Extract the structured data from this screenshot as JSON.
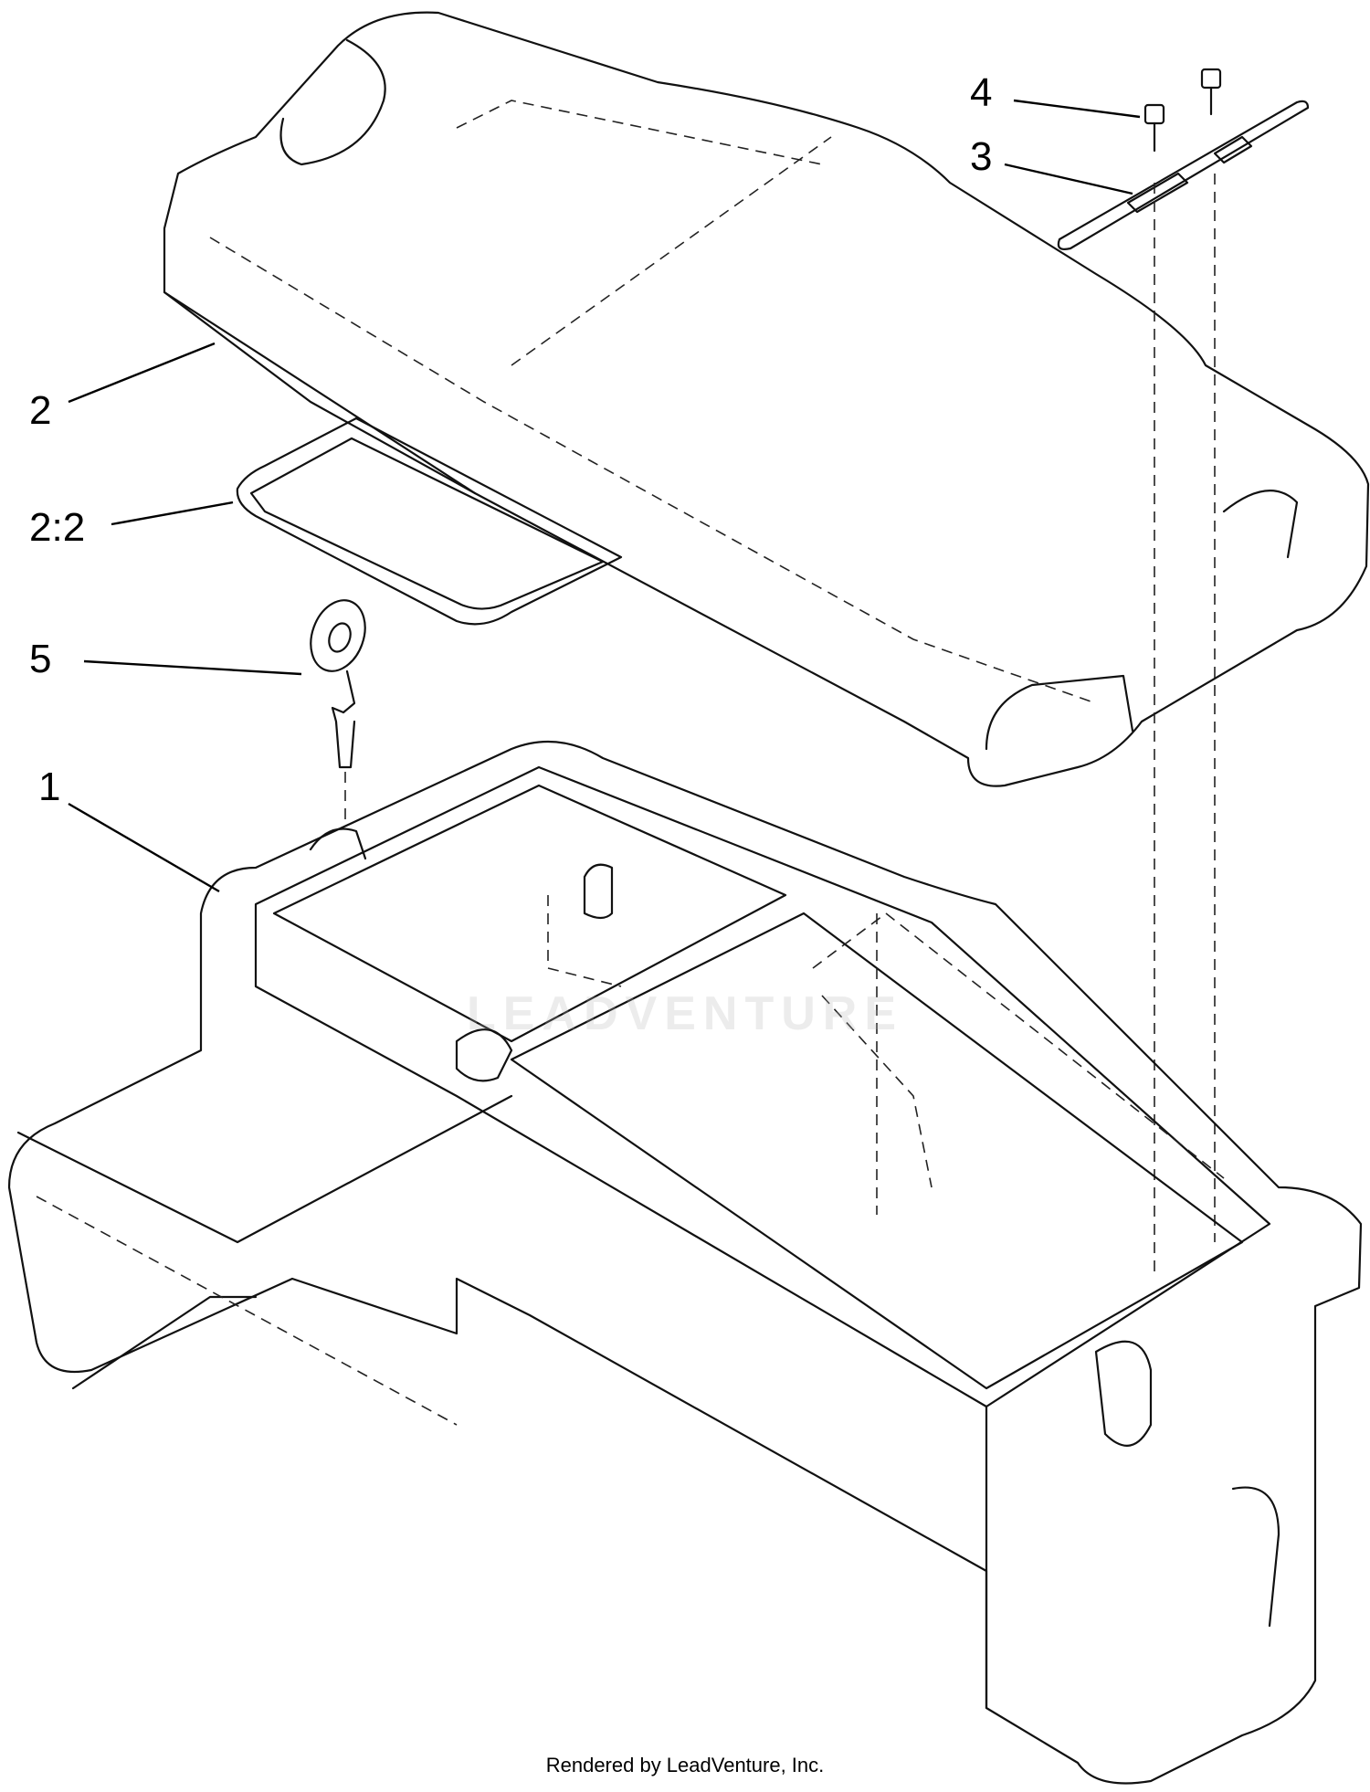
{
  "callouts": {
    "c1": "1",
    "c2": "2",
    "c22": "2:2",
    "c3": "3",
    "c4": "4",
    "c5": "5"
  },
  "footer": "Rendered by LeadVenture, Inc.",
  "watermark": "LEADVENTURE"
}
